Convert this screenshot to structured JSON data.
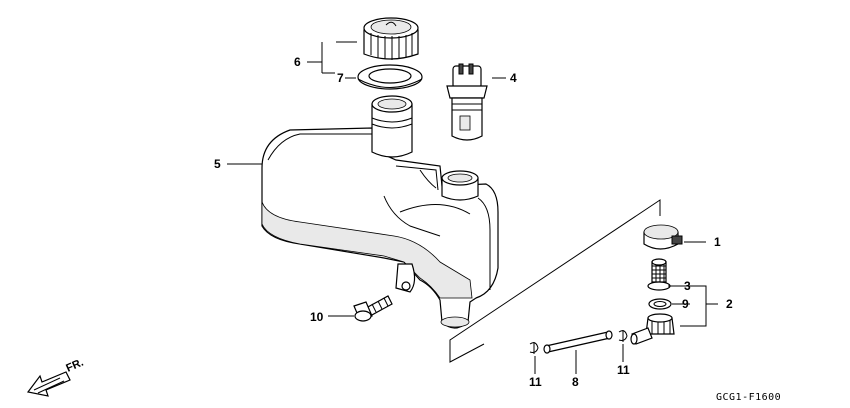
{
  "callouts": {
    "c1": "1",
    "c2": "2",
    "c3": "3",
    "c4": "4",
    "c5": "5",
    "c6": "6",
    "c7": "7",
    "c8": "8",
    "c9": "9",
    "c10": "10",
    "c11a": "11",
    "c11b": "11"
  },
  "diagram_code": "GCG1-F1600",
  "direction_label": "FR."
}
